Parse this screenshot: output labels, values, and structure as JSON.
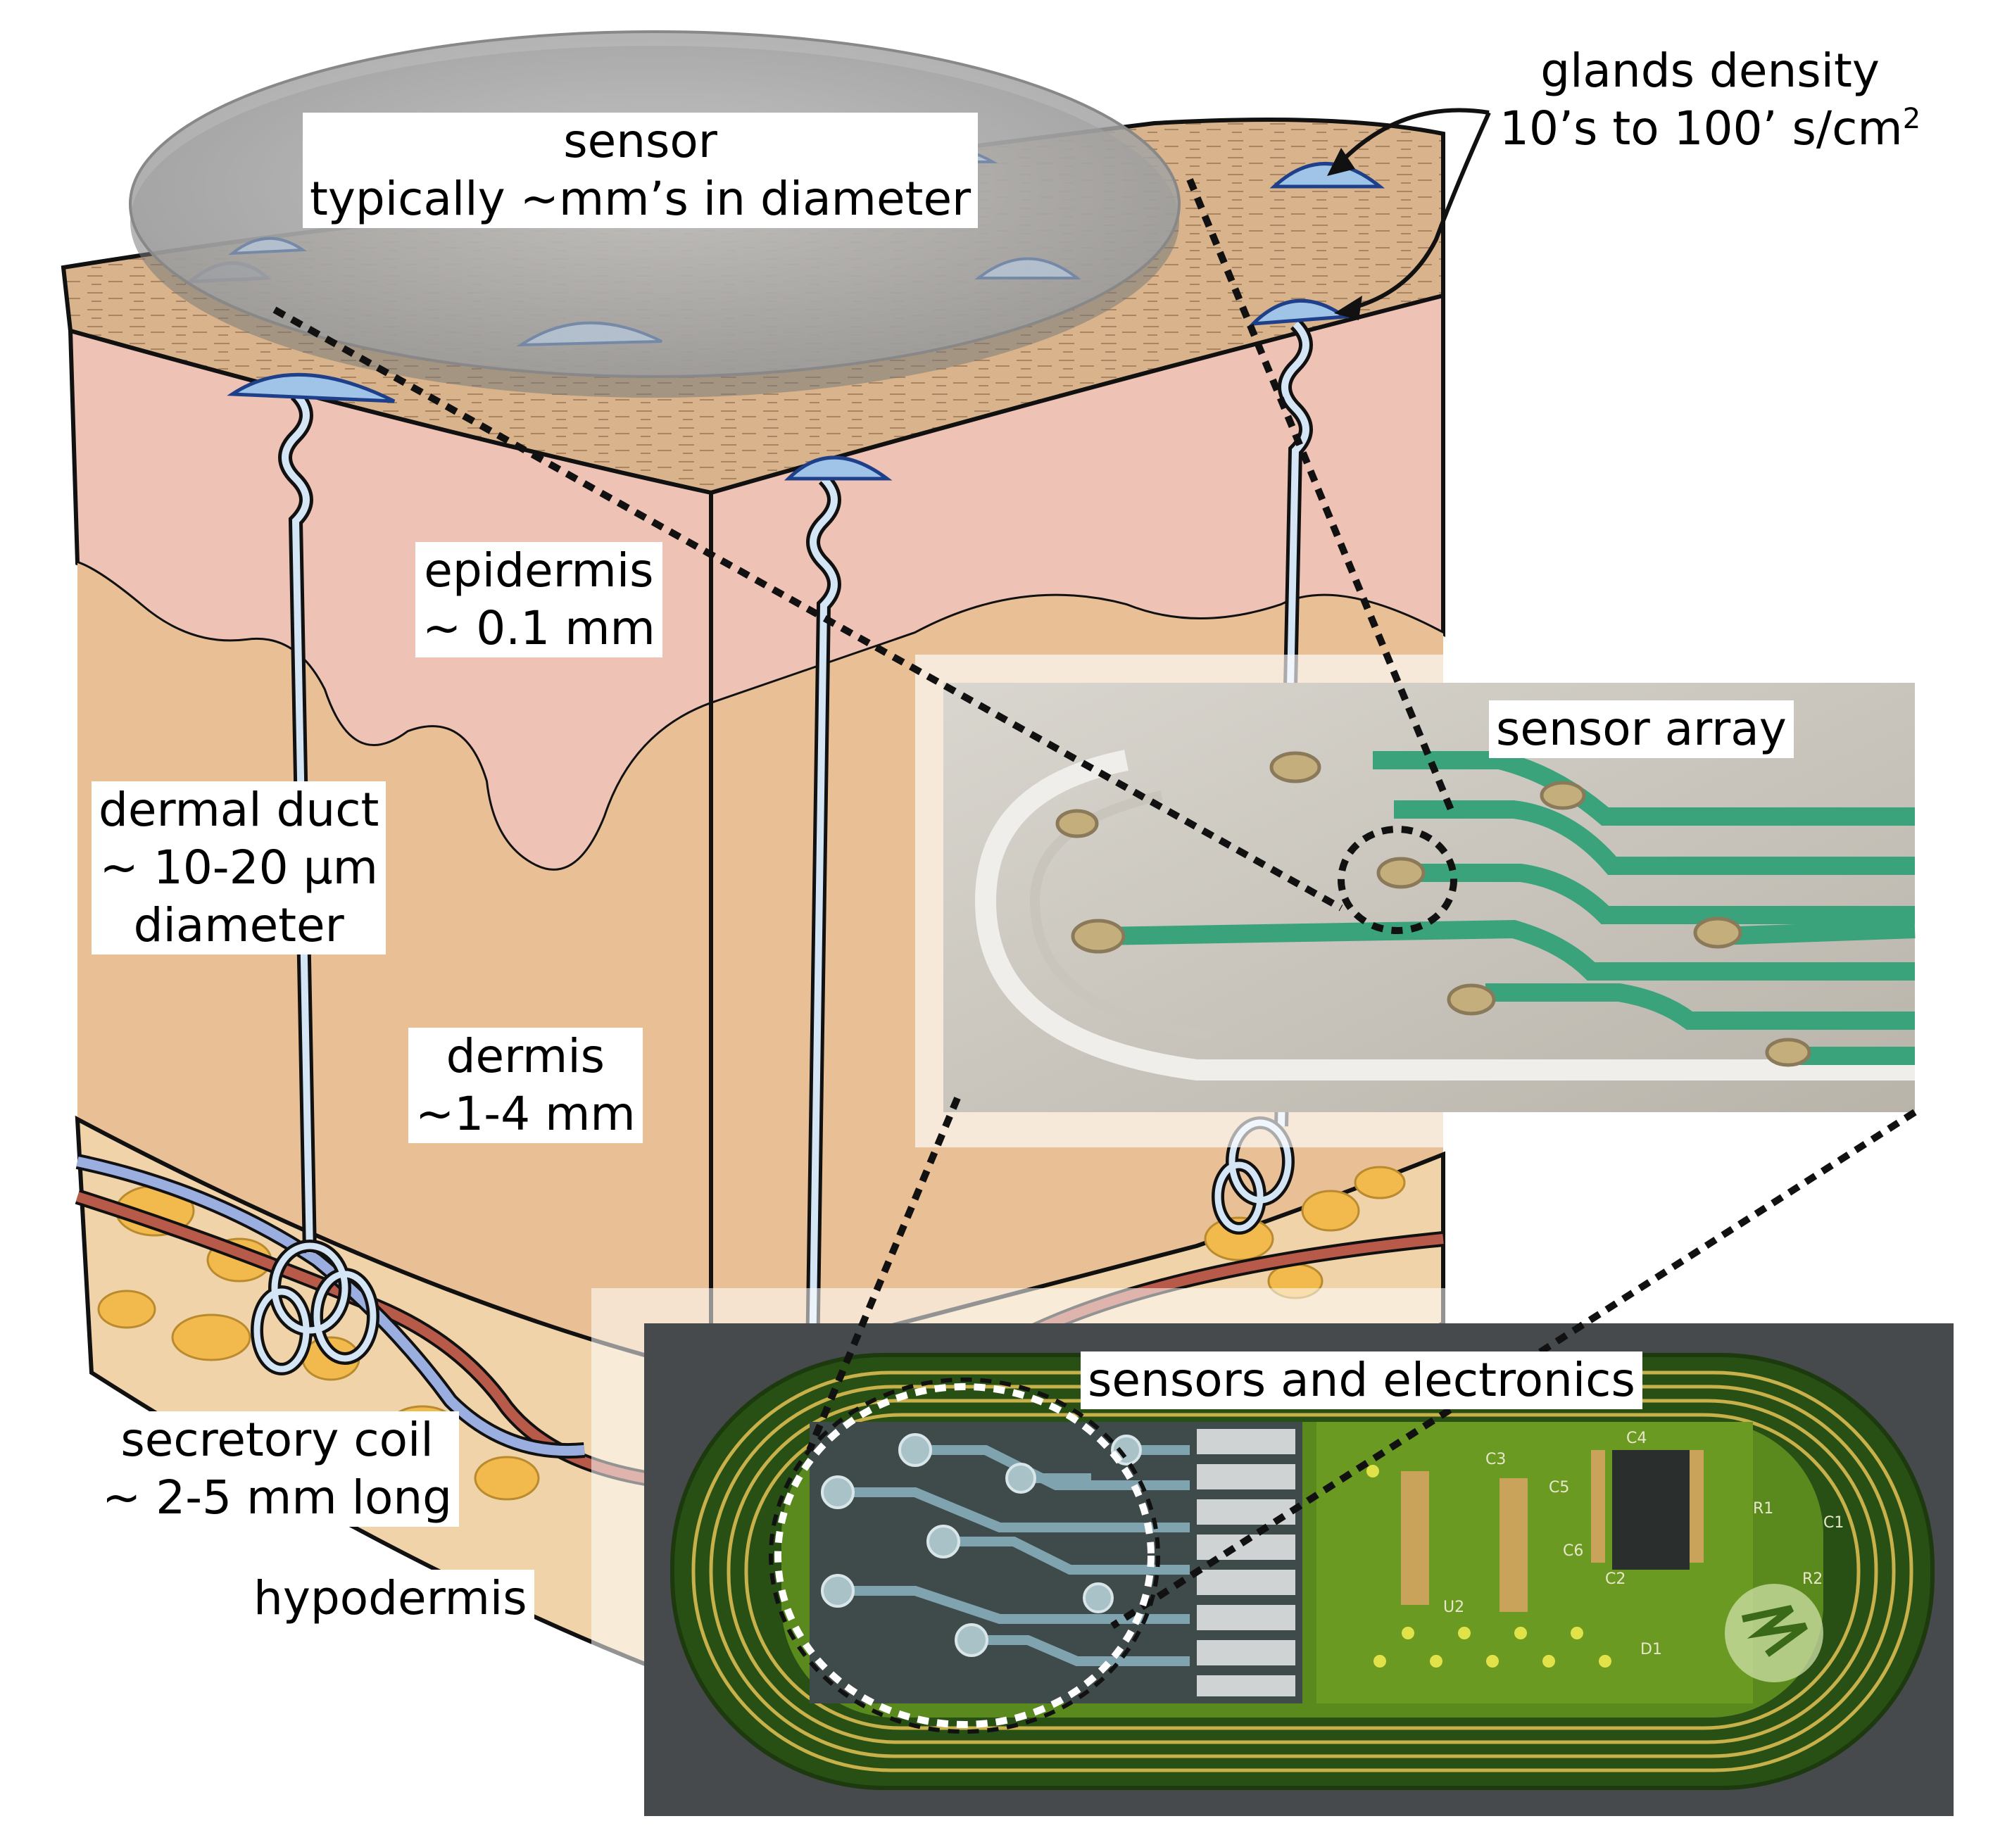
{
  "labels": {
    "sensor": {
      "line1": "sensor",
      "line2": "typically ~mm’s in diameter"
    },
    "glands_density": {
      "line1": "glands density",
      "line2": "10’s to 100’ s/cm",
      "line2_sup": "2"
    },
    "epidermis": {
      "line1": "epidermis",
      "line2": "~ 0.1 mm"
    },
    "dermal_duct": {
      "line1": "dermal duct",
      "line2": "~ 10-20 μm",
      "line3": "diameter"
    },
    "dermis": {
      "line1": "dermis",
      "line2": "~1-4 mm"
    },
    "secretory_coil": {
      "line1": "secretory coil",
      "line2": "~ 2-5 mm long"
    },
    "hypodermis": {
      "line1": "hypodermis"
    },
    "sensor_array": {
      "line1": "sensor array"
    },
    "sensors_electronics": {
      "line1": "sensors and electronics"
    }
  },
  "pcb_silkscreen": [
    "C4",
    "C3",
    "C5",
    "R1",
    "C1",
    "C6",
    "C2",
    "R2",
    "U2",
    "D1"
  ],
  "colors": {
    "skin_top": "#d9b48c",
    "epidermis_pink": "#ebbfb2",
    "dermis": "#e8bf95",
    "fat_yellow": "#f0b84a",
    "gland_blue": "#9fc4e8",
    "sensor_disc": "#b9b9b9",
    "pcb_green": "#2d5a1e",
    "pcb_trace": "#3cae7e",
    "vessel_red": "#b85a4a",
    "vessel_blue": "#9aaee0"
  }
}
